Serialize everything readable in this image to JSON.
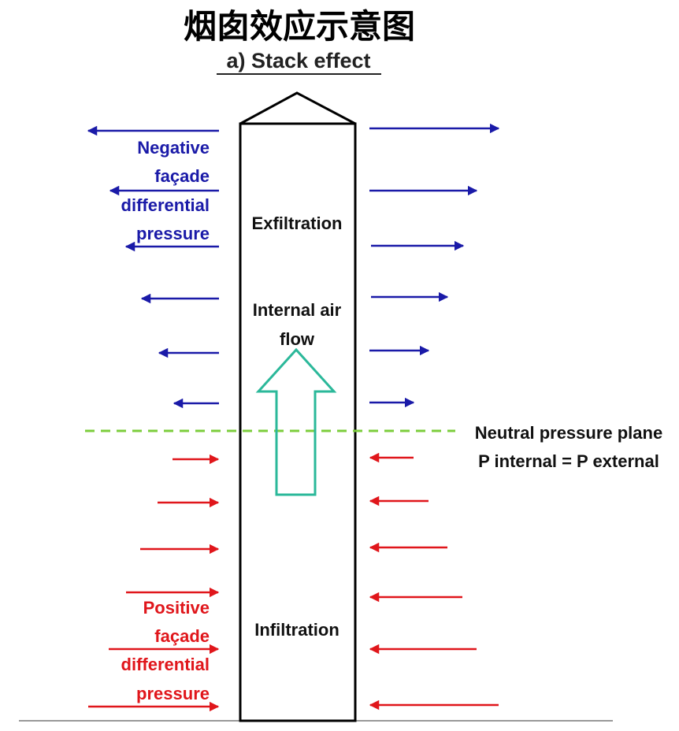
{
  "title": "烟囱效应示意图",
  "subtitle": "a) Stack effect",
  "labels": {
    "negative_line1": "Negative",
    "negative_line2": "façade",
    "negative_line3": "differential",
    "negative_line4": "pressure",
    "exfiltration": "Exfiltration",
    "internal_line1": "Internal air",
    "internal_line2": "flow",
    "neutral_line1": "Neutral pressure plane",
    "neutral_line2": "P internal = P external",
    "infiltration": "Infiltration",
    "positive_line1": "Positive",
    "positive_line2": "façade",
    "positive_line3": "differential",
    "positive_line4": "pressure"
  },
  "colors": {
    "negative": "#1a1aa8",
    "positive": "#e0161b",
    "neutral_line": "#7ccd3c",
    "internal_arrow": "#2bb89a",
    "building": "#000000",
    "ground": "#999999"
  },
  "flows": {
    "upper_zone": "outward",
    "lower_zone": "inward",
    "internal": "upward"
  },
  "icons": [
    "building-outline",
    "upward-arrow"
  ]
}
